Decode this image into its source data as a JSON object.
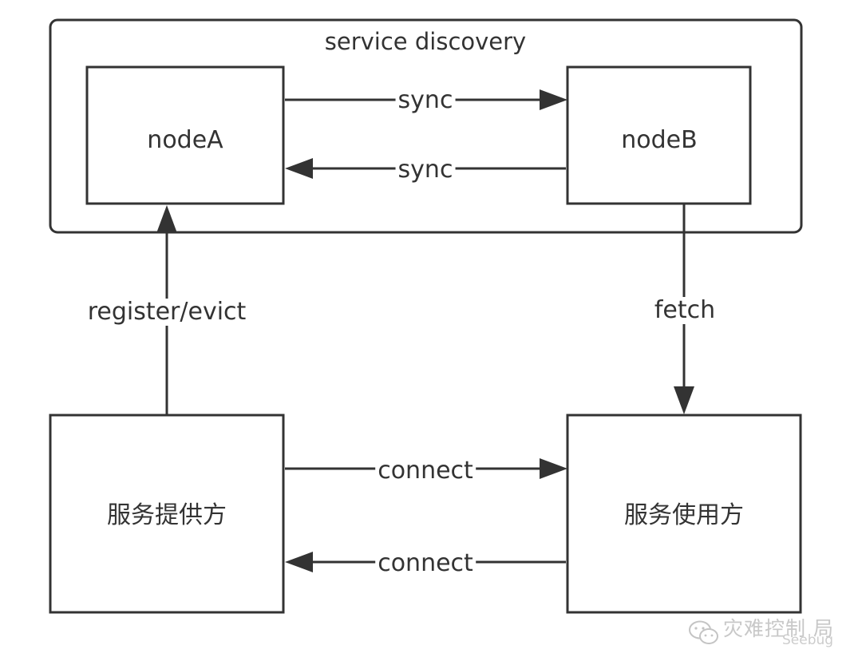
{
  "diagram": {
    "group_title": "service discovery",
    "nodes": {
      "node_a": "nodeA",
      "node_b": "nodeB",
      "provider": "服务提供方",
      "consumer": "服务使用方"
    },
    "edges": {
      "sync_a_to_b": "sync",
      "sync_b_to_a": "sync",
      "register": "register/evict",
      "fetch": "fetch",
      "connect_provider_to_consumer": "connect",
      "connect_consumer_to_provider": "connect"
    }
  },
  "watermark": {
    "text": "灾难控制 局",
    "sub": "Seebug",
    "icon": "wechat-icon"
  },
  "colors": {
    "stroke": "#333333",
    "text": "#333333",
    "watermark": "#c4c4c4"
  }
}
